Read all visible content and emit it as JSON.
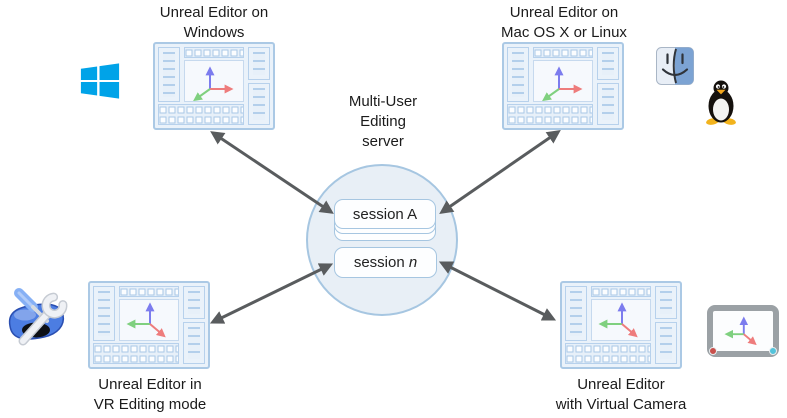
{
  "diagram": {
    "server": {
      "label_lines": [
        "Multi-User",
        "Editing",
        "server"
      ],
      "session_a_label": "session A",
      "session_n_prefix": "session ",
      "session_n_variable": "n"
    },
    "nodes": {
      "windows": {
        "label_lines": [
          "Unreal Editor on",
          "Windows"
        ],
        "platform_icons": [
          "windows-logo-icon"
        ]
      },
      "mac_linux": {
        "label_lines": [
          "Unreal Editor on",
          "Mac OS X or Linux"
        ],
        "platform_icons": [
          "mac-finder-icon",
          "linux-tux-icon"
        ]
      },
      "vr": {
        "label_lines": [
          "Unreal Editor in",
          "VR Editing mode"
        ],
        "platform_icons": [
          "vr-headset-tools-icon"
        ]
      },
      "virtual_camera": {
        "label_lines": [
          "Unreal Editor",
          "with Virtual Camera"
        ],
        "platform_icons": [
          "virtual-camera-tablet-icon"
        ]
      }
    },
    "connectors": [
      {
        "from": "editor-windows",
        "to": "session-a",
        "bidirectional": true
      },
      {
        "from": "editor-mac-linux",
        "to": "session-a",
        "bidirectional": true
      },
      {
        "from": "editor-vr",
        "to": "session-n",
        "bidirectional": true
      },
      {
        "from": "editor-virtual-camera",
        "to": "session-n",
        "bidirectional": true
      }
    ],
    "colors": {
      "arrow_gray": "#595c5e",
      "circle_fill": "#e8eff6",
      "circle_border": "#a6c6e1",
      "editor_fill": "#eaf2fa",
      "editor_border": "#abc9e5",
      "windows_blue": "#00a3e8",
      "axis_x_red": "#ee7c7c",
      "axis_y_green": "#7fd07f",
      "axis_z_blue": "#7c7cee",
      "tablet_gray": "#9ba1a5",
      "record_red": "#c9504c",
      "record_cyan": "#54c3da"
    }
  }
}
